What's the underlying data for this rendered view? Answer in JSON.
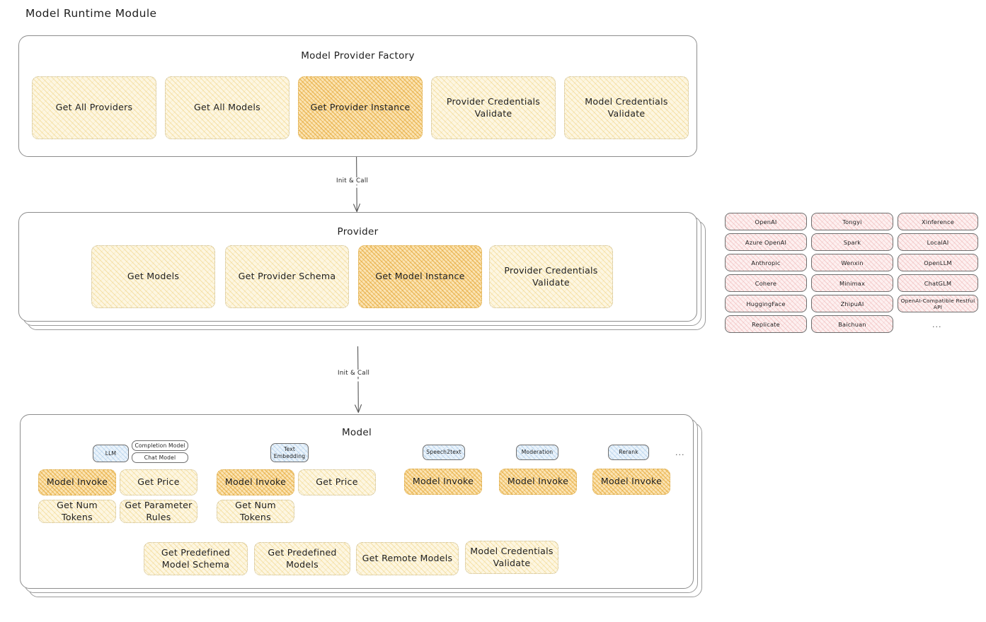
{
  "page": {
    "title": "Model Runtime Module"
  },
  "factory": {
    "title": "Model Provider Factory",
    "nodes": [
      {
        "label": "Get All Providers",
        "style": "yellow"
      },
      {
        "label": "Get All Models",
        "style": "yellow"
      },
      {
        "label": "Get Provider Instance",
        "style": "orange"
      },
      {
        "label": "Provider Credentials Validate",
        "style": "yellow"
      },
      {
        "label": "Model Credentials Validate",
        "style": "yellow"
      }
    ]
  },
  "arrow_top": {
    "label": "Init & Call"
  },
  "provider": {
    "title": "Provider",
    "nodes": [
      {
        "label": "Get Models",
        "style": "yellow"
      },
      {
        "label": "Get Provider Schema",
        "style": "yellow"
      },
      {
        "label": "Get Model Instance",
        "style": "orange"
      },
      {
        "label": "Provider Credentials Validate",
        "style": "yellow"
      }
    ]
  },
  "arrow_bottom": {
    "label": "Init & Call"
  },
  "provider_list": {
    "columns": [
      {
        "items": [
          "OpenAI",
          "Azure OpenAI",
          "Anthropic",
          "Cohere",
          "HuggingFace",
          "Replicate"
        ]
      },
      {
        "items": [
          "Tongyi",
          "Spark",
          "Wenxin",
          "Minimax",
          "ZhipuAI",
          "Baichuan"
        ]
      },
      {
        "items": [
          "Xinference",
          "LocalAI",
          "OpenLLM",
          "ChatGLM",
          "OpenAI-Compatible Restful API"
        ]
      }
    ],
    "more": "..."
  },
  "model": {
    "title": "Model",
    "more": "...",
    "types": [
      {
        "name": "LLM",
        "subtypes": [
          "Completion Model",
          "Chat Model"
        ],
        "methods": [
          {
            "label": "Model Invoke",
            "style": "orange"
          },
          {
            "label": "Get Price",
            "style": "yellow"
          },
          {
            "label": "Get Num Tokens",
            "style": "yellow"
          },
          {
            "label": "Get Parameter Rules",
            "style": "yellow"
          }
        ]
      },
      {
        "name": "Text Embedding",
        "subtypes": [],
        "methods": [
          {
            "label": "Model Invoke",
            "style": "orange"
          },
          {
            "label": "Get Price",
            "style": "yellow"
          },
          {
            "label": "Get Num Tokens",
            "style": "yellow"
          }
        ]
      },
      {
        "name": "Speech2text",
        "subtypes": [],
        "methods": [
          {
            "label": "Model Invoke",
            "style": "orange"
          }
        ]
      },
      {
        "name": "Moderation",
        "subtypes": [],
        "methods": [
          {
            "label": "Model Invoke",
            "style": "orange"
          }
        ]
      },
      {
        "name": "Rerank",
        "subtypes": [],
        "methods": [
          {
            "label": "Model Invoke",
            "style": "orange"
          }
        ]
      }
    ],
    "shared_methods": [
      {
        "label": "Get Predefined Model Schema",
        "style": "yellow"
      },
      {
        "label": "Get Predefined Models",
        "style": "yellow"
      },
      {
        "label": "Get Remote Models",
        "style": "yellow"
      },
      {
        "label": "Model Credentials Validate",
        "style": "yellow"
      }
    ]
  },
  "colors": {
    "highlight_fill": "#fbe4b4",
    "node_fill": "#fdf6e1",
    "provider_chip_fill": "#fdf0f0",
    "model_type_chip_fill": "#eaf3fb",
    "panel_border": "#8d8d8d",
    "text": "#1e1e1e"
  }
}
